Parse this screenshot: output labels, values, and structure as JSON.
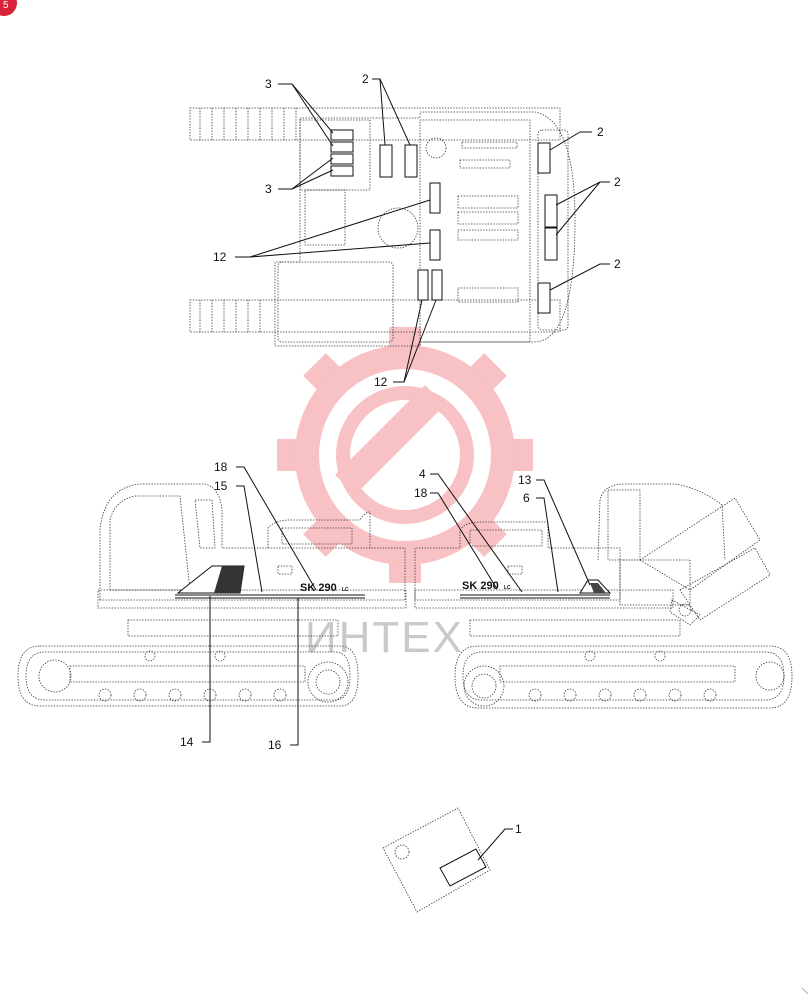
{
  "corner_badge": "5",
  "watermark": {
    "text": "ИНТЕХ"
  },
  "top_view": {
    "callouts": [
      {
        "id": "top-3-upper",
        "text": "3"
      },
      {
        "id": "top-2-mid",
        "text": "2"
      },
      {
        "id": "top-2-right-a",
        "text": "2"
      },
      {
        "id": "top-2-right-b",
        "text": "2"
      },
      {
        "id": "top-2-right-c",
        "text": "2"
      },
      {
        "id": "top-3-lower",
        "text": "3"
      },
      {
        "id": "top-12-left",
        "text": "12"
      },
      {
        "id": "top-12-bottom",
        "text": "12"
      }
    ]
  },
  "left_side": {
    "model_decal": "SK 290",
    "model_suffix": "LC",
    "callouts": [
      {
        "id": "left-18",
        "text": "18"
      },
      {
        "id": "left-15",
        "text": "15"
      },
      {
        "id": "left-14",
        "text": "14"
      },
      {
        "id": "left-16",
        "text": "16"
      }
    ]
  },
  "right_side": {
    "model_decal": "SK 290",
    "model_suffix": "LC",
    "callouts": [
      {
        "id": "right-4",
        "text": "4"
      },
      {
        "id": "right-18",
        "text": "18"
      },
      {
        "id": "right-13",
        "text": "13"
      },
      {
        "id": "right-6",
        "text": "6"
      }
    ]
  },
  "decal_sheet": {
    "callouts": [
      {
        "id": "sheet-1",
        "text": "1"
      }
    ]
  },
  "colors": {
    "badge": "#d9233a",
    "watermark": "#e8232f",
    "line": "#111111"
  }
}
